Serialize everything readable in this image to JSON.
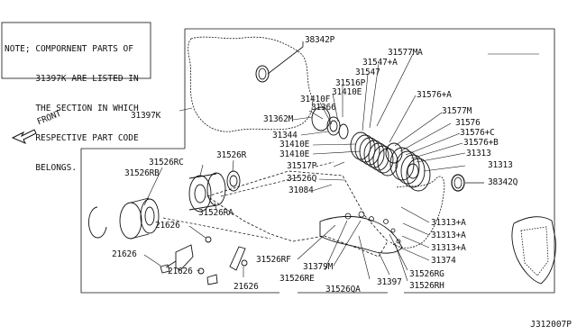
{
  "note": {
    "lines": [
      "NOTE; COMPORNENT PARTS OF",
      "      31397K ARE LISTED IN",
      "      THE SECTION IN WHICH",
      "      RESPECTIVE PART CODE",
      "      BELONGS."
    ]
  },
  "direction_label": "FRONT",
  "diagram_id": "J312007P",
  "part_labels": [
    {
      "id": "p38342p",
      "text": "38342P"
    },
    {
      "id": "p31577ma",
      "text": "31577MA"
    },
    {
      "id": "p31547a",
      "text": "31547+A"
    },
    {
      "id": "p31547",
      "text": "31547"
    },
    {
      "id": "p31516p",
      "text": "31516P"
    },
    {
      "id": "p31410f",
      "text": "31410F"
    },
    {
      "id": "p31410e_top",
      "text": "31410E"
    },
    {
      "id": "p31366",
      "text": "31366"
    },
    {
      "id": "p31362m",
      "text": "31362M"
    },
    {
      "id": "p31576a",
      "text": "31576+A"
    },
    {
      "id": "p31577m",
      "text": "31577M"
    },
    {
      "id": "p31576",
      "text": "31576"
    },
    {
      "id": "p31576c",
      "text": "31576+C"
    },
    {
      "id": "p31576b",
      "text": "31576+B"
    },
    {
      "id": "p31313_a",
      "text": "31313"
    },
    {
      "id": "p31313_b",
      "text": "31313"
    },
    {
      "id": "p38342q",
      "text": "38342Q"
    },
    {
      "id": "p31397k",
      "text": "31397K"
    },
    {
      "id": "p31344",
      "text": "31344"
    },
    {
      "id": "p31410e_mid",
      "text": "31410E"
    },
    {
      "id": "p31410e_low",
      "text": "31410E"
    },
    {
      "id": "p31517p",
      "text": "31517P"
    },
    {
      "id": "p31526q",
      "text": "31526Q"
    },
    {
      "id": "p31084",
      "text": "31084"
    },
    {
      "id": "p31526rc",
      "text": "31526RC"
    },
    {
      "id": "p31526r",
      "text": "31526R"
    },
    {
      "id": "p31526rb",
      "text": "31526RB"
    },
    {
      "id": "p31526ra",
      "text": "31526RA"
    },
    {
      "id": "p21626_a",
      "text": "21626"
    },
    {
      "id": "p21626_b",
      "text": "21626"
    },
    {
      "id": "p21626_c",
      "text": "21626"
    },
    {
      "id": "p21626_d",
      "text": "21626"
    },
    {
      "id": "p31526rf",
      "text": "31526RF"
    },
    {
      "id": "p31379m",
      "text": "31379M"
    },
    {
      "id": "p31526re",
      "text": "31526RE"
    },
    {
      "id": "p31526qa",
      "text": "31526QA"
    },
    {
      "id": "p31397",
      "text": "31397"
    },
    {
      "id": "p31526rg",
      "text": "31526RG"
    },
    {
      "id": "p31526rh",
      "text": "31526RH"
    },
    {
      "id": "p31374",
      "text": "31374"
    },
    {
      "id": "p31313a_1",
      "text": "31313+A"
    },
    {
      "id": "p31313a_2",
      "text": "31313+A"
    },
    {
      "id": "p31313a_3",
      "text": "31313+A"
    }
  ]
}
